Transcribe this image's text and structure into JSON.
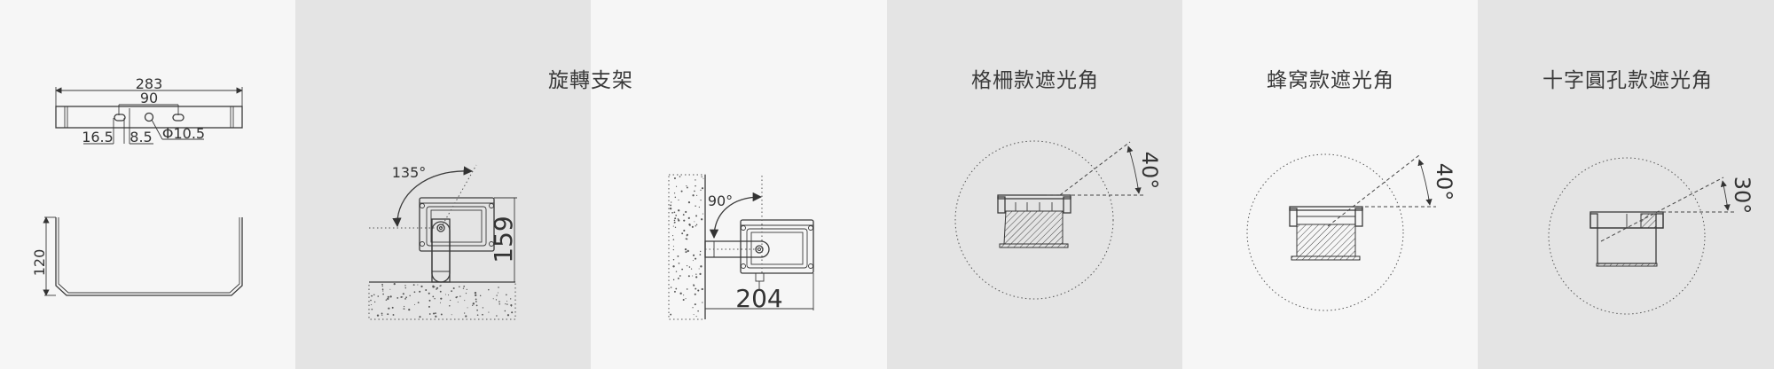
{
  "colors": {
    "panel_light": "#f6f6f6",
    "panel_gray": "#e4e4e4",
    "line": "#3a3a3a"
  },
  "panels": {
    "bracket": {
      "width_dim": "283",
      "hole_spacing": "90",
      "offset_a": "16.5",
      "offset_b": "8.5",
      "hole_dia": "Φ10.5",
      "height_dim": "120"
    },
    "rotating_bracket": {
      "title": "旋轉支架",
      "ground_angle": "135°",
      "ground_height": "159",
      "wall_angle": "90°",
      "wall_depth": "204"
    },
    "grille": {
      "title": "格柵款遮光角",
      "angle": "40°"
    },
    "honeycomb": {
      "title": "蜂窝款遮光角",
      "angle": "40°"
    },
    "cross_hole": {
      "title": "十字圓孔款遮光角",
      "angle": "30°"
    }
  }
}
